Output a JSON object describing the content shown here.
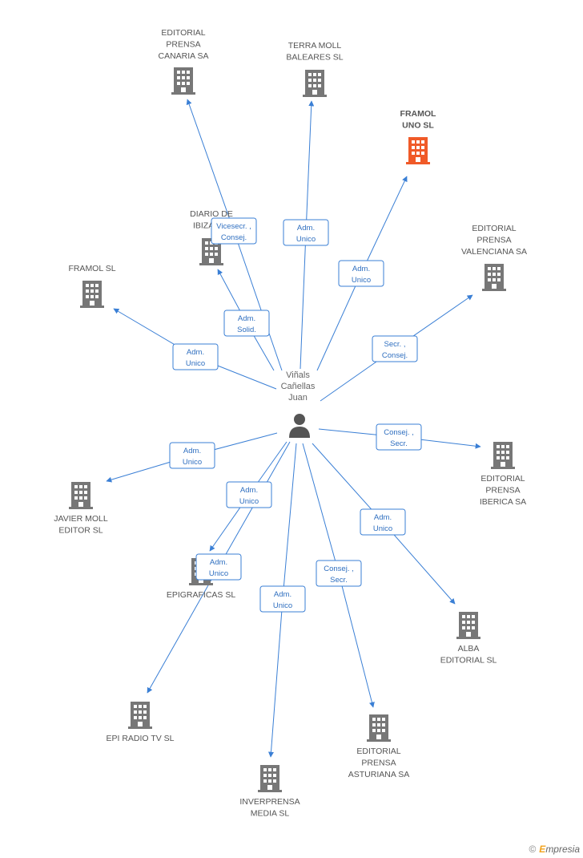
{
  "center": {
    "label_lines": [
      "Viñals",
      "Cañellas",
      "Juan"
    ],
    "icon": "person-icon"
  },
  "colors": {
    "edge": "#3a7fd5",
    "building": "#777777",
    "highlight": "#f05a28"
  },
  "companies": [
    {
      "id": "editorial-prensa-canaria",
      "lines": [
        "EDITORIAL",
        "PRENSA",
        "CANARIA SA"
      ],
      "highlight": false
    },
    {
      "id": "terra-moll-baleares",
      "lines": [
        "TERRA MOLL",
        "BALEARES SL"
      ],
      "highlight": false
    },
    {
      "id": "framol-uno",
      "lines": [
        "FRAMOL",
        "UNO SL"
      ],
      "highlight": true
    },
    {
      "id": "diario-de-ibiza",
      "lines": [
        "DIARIO DE",
        "IBIZA M..."
      ],
      "highlight": false
    },
    {
      "id": "editorial-prensa-valenciana",
      "lines": [
        "EDITORIAL",
        "PRENSA",
        "VALENCIANA SA"
      ],
      "highlight": false
    },
    {
      "id": "framol",
      "lines": [
        "FRAMOL SL"
      ],
      "highlight": false
    },
    {
      "id": "editorial-prensa-iberica",
      "lines": [
        "EDITORIAL",
        "PRENSA",
        "IBERICA SA"
      ],
      "highlight": false
    },
    {
      "id": "javier-moll-editor",
      "lines": [
        "JAVIER MOLL",
        "EDITOR SL"
      ],
      "highlight": false
    },
    {
      "id": "epigraficas",
      "lines": [
        "EPIGRAFICAS SL"
      ],
      "highlight": false
    },
    {
      "id": "alba-editorial",
      "lines": [
        "ALBA",
        "EDITORIAL SL"
      ],
      "highlight": false
    },
    {
      "id": "epi-radio-tv",
      "lines": [
        "EPI RADIO TV SL"
      ],
      "highlight": false
    },
    {
      "id": "editorial-prensa-asturiana",
      "lines": [
        "EDITORIAL",
        "PRENSA",
        "ASTURIANA SA"
      ],
      "highlight": false
    },
    {
      "id": "inverprensa-media",
      "lines": [
        "INVERPRENSA",
        "MEDIA SL"
      ],
      "highlight": false
    }
  ],
  "roles": [
    {
      "target": "editorial-prensa-canaria",
      "lines": [
        "Vicesecr. ,",
        "Consej."
      ]
    },
    {
      "target": "terra-moll-baleares",
      "lines": [
        "Adm.",
        "Unico"
      ]
    },
    {
      "target": "framol-uno",
      "lines": [
        "Adm.",
        "Unico"
      ]
    },
    {
      "target": "diario-de-ibiza",
      "lines": [
        "Adm.",
        "Solid."
      ]
    },
    {
      "target": "editorial-prensa-valenciana",
      "lines": [
        "Secr. ,",
        "Consej."
      ]
    },
    {
      "target": "framol",
      "lines": [
        "Adm.",
        "Unico"
      ]
    },
    {
      "target": "editorial-prensa-iberica",
      "lines": [
        "Consej. ,",
        "Secr."
      ]
    },
    {
      "target": "javier-moll-editor",
      "lines": [
        "Adm.",
        "Unico"
      ]
    },
    {
      "target": "epigraficas",
      "lines": [
        "Adm.",
        "Unico"
      ]
    },
    {
      "target": "alba-editorial",
      "lines": [
        "Adm.",
        "Unico"
      ]
    },
    {
      "target": "epi-radio-tv",
      "lines": [
        "Adm.",
        "Unico"
      ]
    },
    {
      "target": "editorial-prensa-asturiana",
      "lines": [
        "Consej. ,",
        "Secr."
      ]
    },
    {
      "target": "inverprensa-media",
      "lines": [
        "Adm.",
        "Unico"
      ]
    }
  ],
  "footer": {
    "copyright_symbol": "©",
    "brand_initial": "E",
    "brand_rest": "mpresia"
  }
}
